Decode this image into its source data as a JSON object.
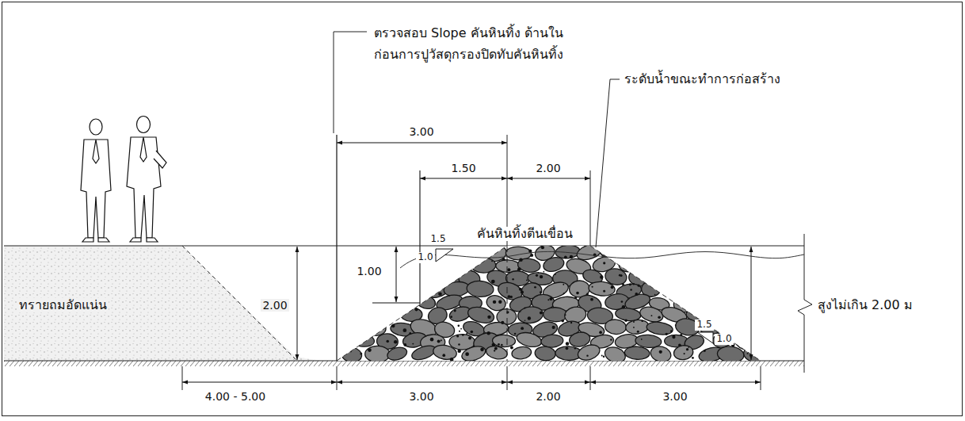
{
  "diagram": {
    "labels": [
      "ตรวจสอบ Slope คันหินทิ้ง ด้านใน ก่อนการปูวัสดุกรองปิดทับคันหินทิ้ง",
      "3.00",
      "1.50",
      "2.00",
      "ระดับน้ำขณะทำการก่อสร้าง",
      "1.5",
      "คันหินทิ้งตีนเขื่อน",
      "1.0",
      "1.00",
      "ทรายถมอัดแน่น",
      "2.00",
      "1.5",
      "1.0",
      "สูงไม่เกิน 2.00 ม",
      "4.00 - 5.00",
      "3.00",
      "2.00",
      "3.00"
    ]
  }
}
